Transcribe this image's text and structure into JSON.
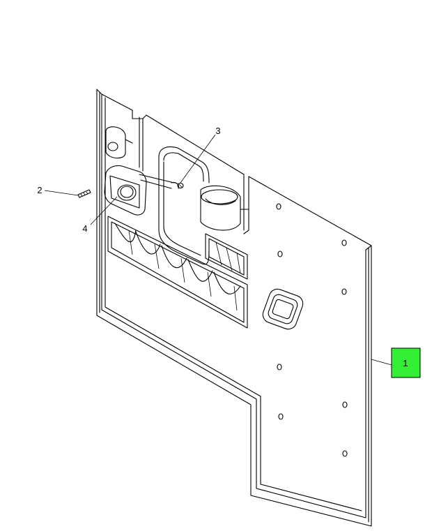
{
  "callouts": [
    {
      "id": "1",
      "label": "1",
      "highlight": true,
      "highlight_color": "#33ee33"
    },
    {
      "id": "2",
      "label": "2"
    },
    {
      "id": "3",
      "label": "3"
    },
    {
      "id": "4",
      "label": "4"
    }
  ]
}
